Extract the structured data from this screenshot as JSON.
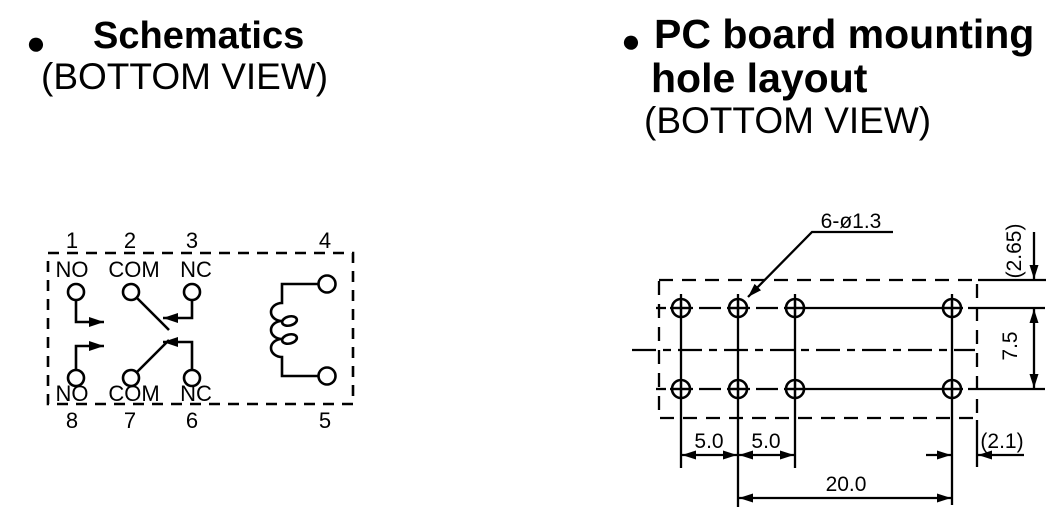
{
  "page": {
    "background_color": "#ffffff",
    "ink_color": "#000000"
  },
  "headings": {
    "left": {
      "bullet": "●",
      "title": "Schematics",
      "subtitle": "(BOTTOM VIEW)"
    },
    "right": {
      "bullet": "●",
      "title_line1": "PC board mounting",
      "title_line2": "hole layout",
      "subtitle": "(BOTTOM VIEW)"
    }
  },
  "schematic": {
    "pins_top": [
      "1",
      "2",
      "3",
      "4"
    ],
    "pins_bottom": [
      "8",
      "7",
      "6",
      "5"
    ],
    "contacts_top": [
      "NO",
      "COM",
      "NC"
    ],
    "contacts_bottom": [
      "NO",
      "COM",
      "NC"
    ]
  },
  "hole_layout": {
    "hole_size_label": "6-ø1.3",
    "dim_top_edge_offset": "(2.65)",
    "dim_row_spacing": "7.5",
    "dim_pitch_left": "5.0",
    "dim_pitch_right": "5.0",
    "dim_right_edge_offset": "(2.1)",
    "dim_total_span": "20.0"
  }
}
